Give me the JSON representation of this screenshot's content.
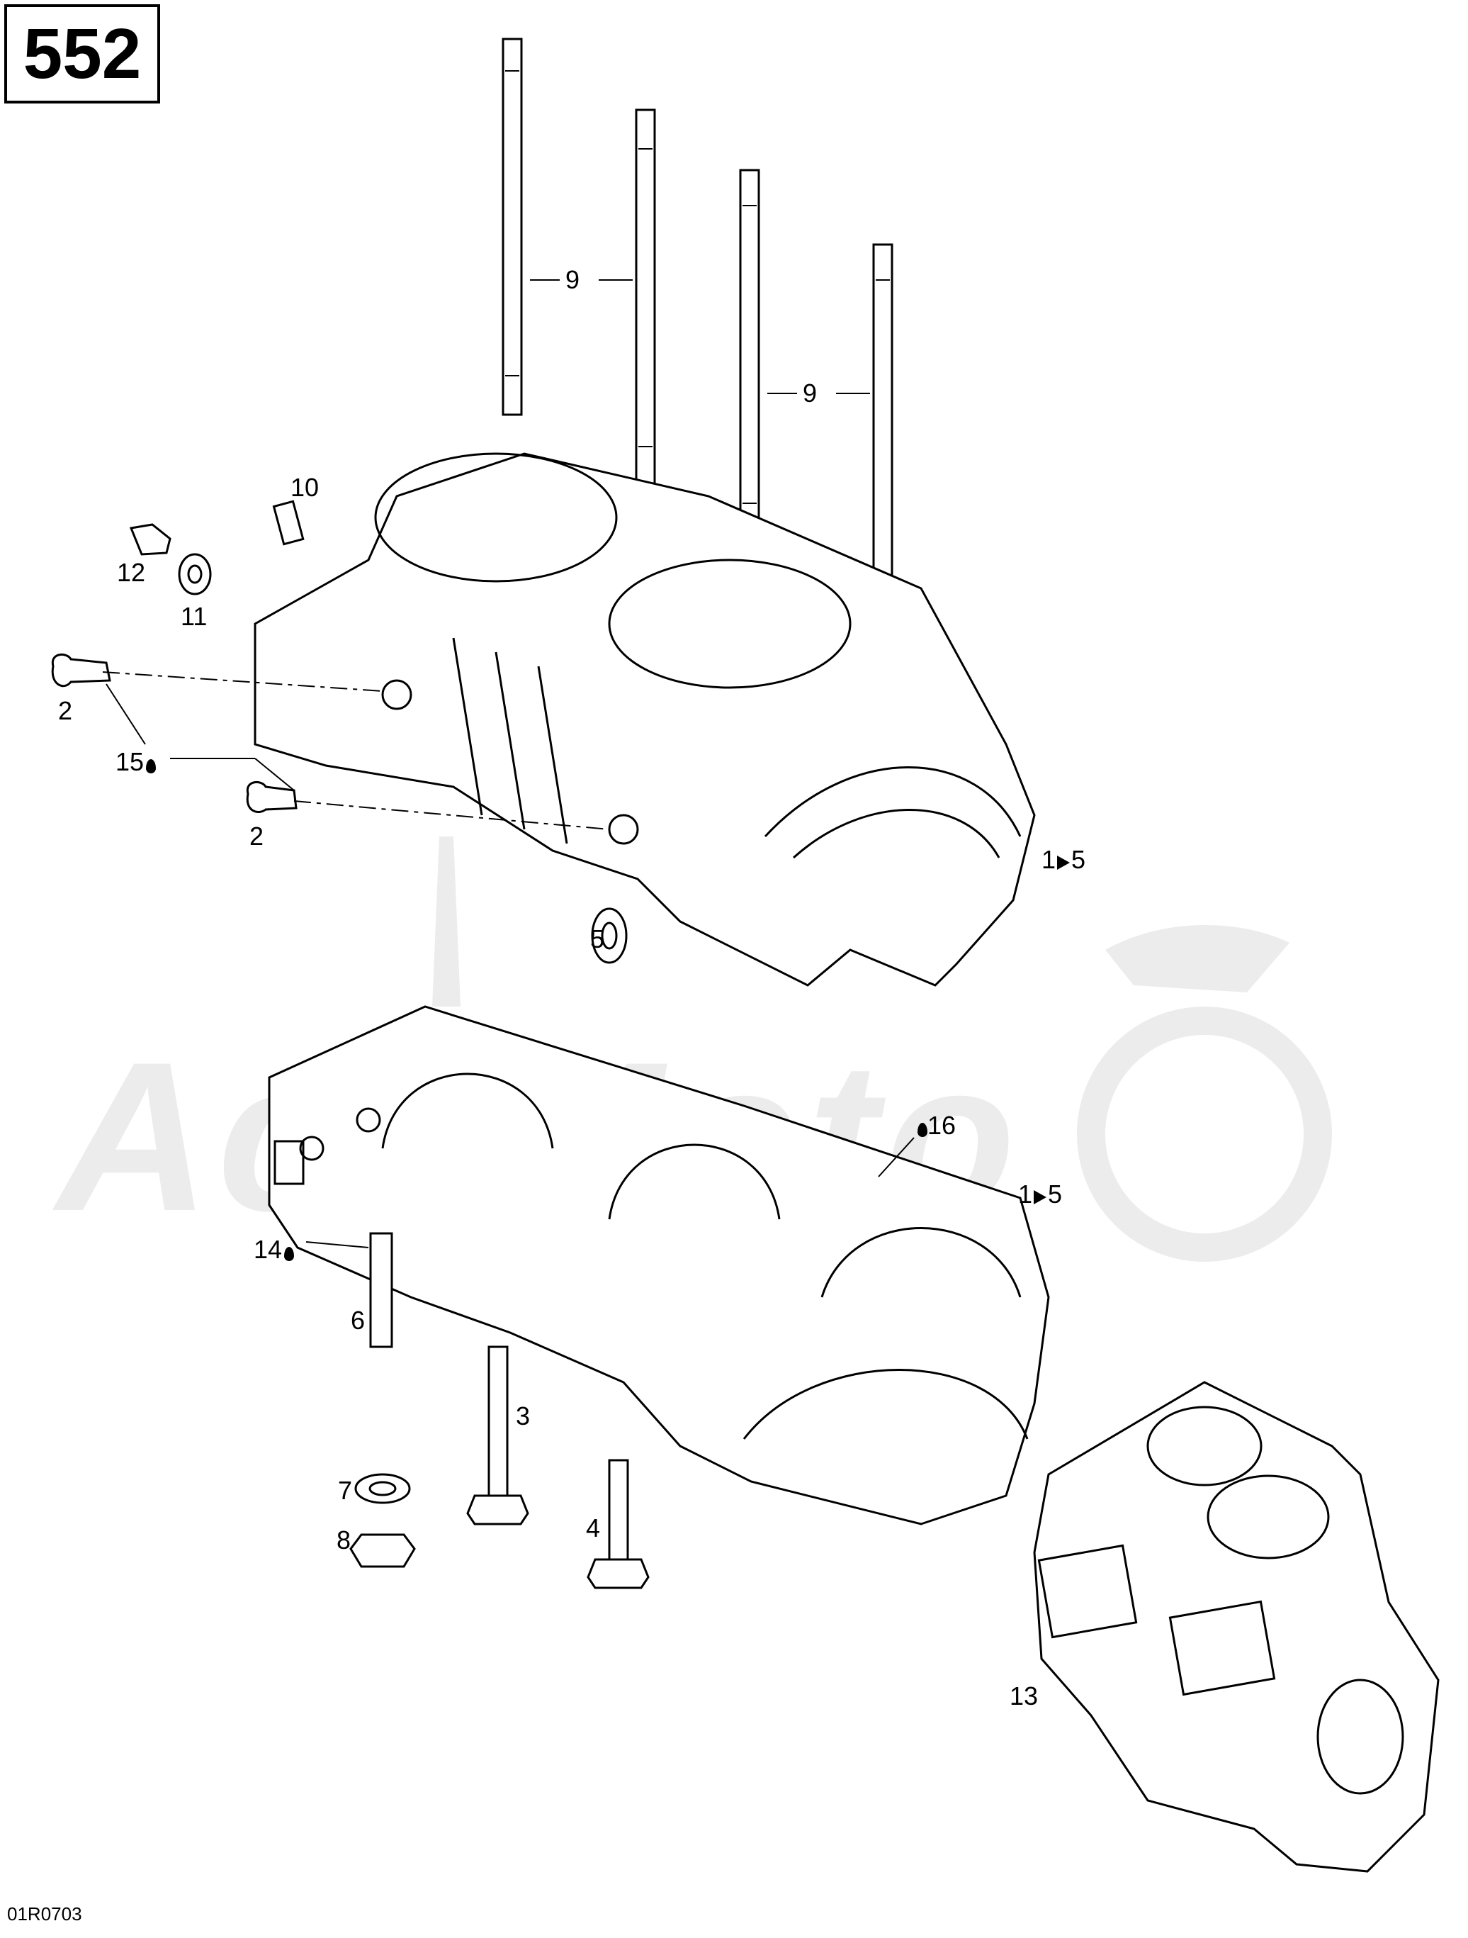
{
  "diagram_number": "552",
  "drawing_code": "01R0703",
  "watermark": "ActiMoto",
  "callouts": {
    "c9a": "9",
    "c9b": "9",
    "c10": "10",
    "c12": "12",
    "c11": "11",
    "c2a": "2",
    "c15": "15",
    "c2b": "2",
    "c15_to_5_top_from": "1",
    "c15_to_5_top_to": "5",
    "c5": "5",
    "c16": "16",
    "c1_to_5_bottom_from": "1",
    "c1_to_5_bottom_to": "5",
    "c14": "14",
    "c6": "6",
    "c3": "3",
    "c7": "7",
    "c8": "8",
    "c4": "4",
    "c13": "13"
  }
}
